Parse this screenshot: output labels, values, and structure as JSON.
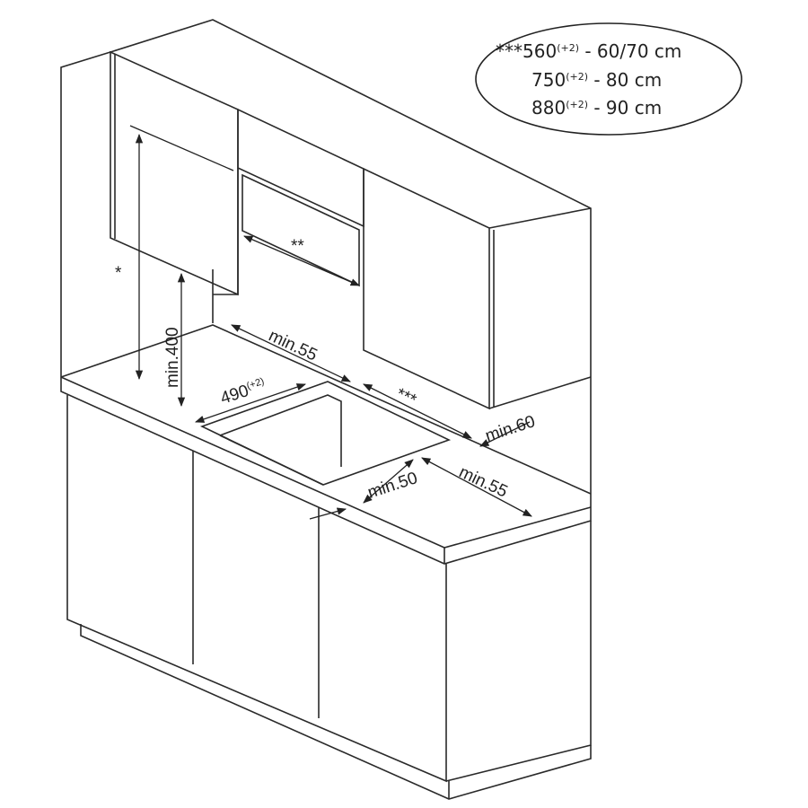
{
  "legend": {
    "lines": [
      {
        "prefix": "***",
        "value": "560",
        "tolerance": "(+2)",
        "width": "- 60/70 cm"
      },
      {
        "prefix": "",
        "value": "750",
        "tolerance": "(+2)",
        "width": "- 80 cm"
      },
      {
        "prefix": "",
        "value": "880",
        "tolerance": "(+2)",
        "width": "- 90 cm"
      }
    ]
  },
  "dimensions": {
    "star_height": "*",
    "hood_depth": "**",
    "min_400": "min.400",
    "min_55_back": "min.55",
    "cutout_490": "490",
    "cutout_490_tol": "(+2)",
    "cutout_width": "***",
    "min_60": "min.60",
    "min_50": "min.50",
    "min_55_side": "min.55"
  }
}
